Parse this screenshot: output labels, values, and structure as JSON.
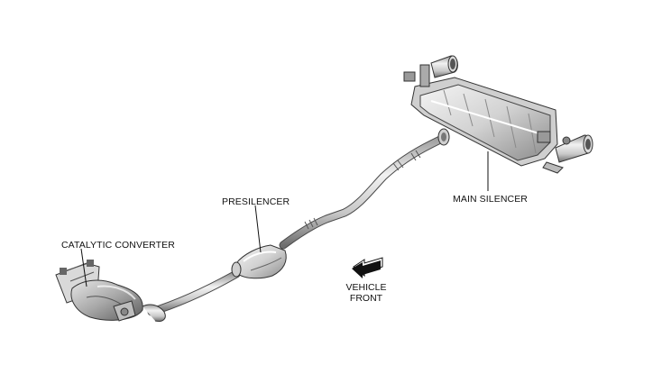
{
  "labels": {
    "catalytic_converter": "CATALYTIC CONVERTER",
    "presilencer": "PRESILENCER",
    "main_silencer": "MAIN SILENCER",
    "vehicle": "VEHICLE",
    "front": "FRONT"
  },
  "icons": {
    "direction_arrow": "vehicle-front-arrow-icon"
  },
  "colors": {
    "pipe_light": "#ededed",
    "pipe_mid": "#bdbdbd",
    "pipe_dark": "#7a7a7a",
    "outline": "#3a3a3a",
    "text": "#111111"
  }
}
